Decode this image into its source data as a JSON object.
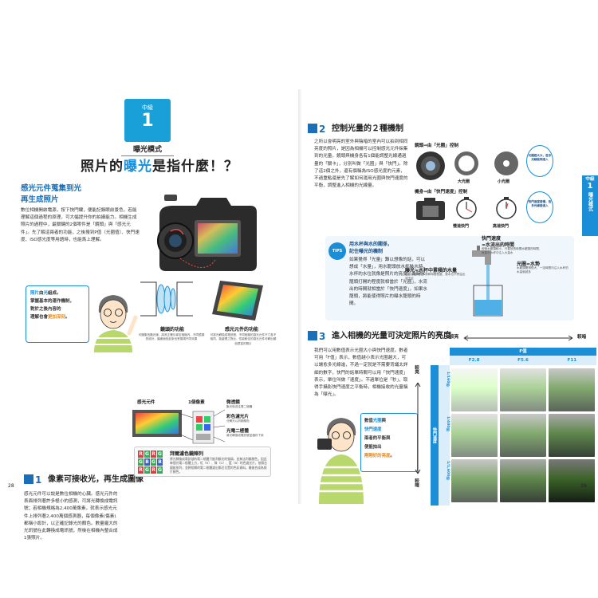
{
  "left_page": {
    "badge": {
      "level": "中級",
      "number": "1",
      "subtitle": "曝光模式"
    },
    "title": {
      "pre": "照片的",
      "highlight": "曝光",
      "post": "是指什麼！？"
    },
    "section_a": {
      "line1": "感光元件蒐集到光",
      "line2": "再生成照片"
    },
    "intro_text": "數位相機開啟電源，按下快門鍵，便能記錄眼前景色，若能理解這個過程的原理，可大幅提升你的拍攝能力。相機生成照片的過程中，最關鍵的2個零件是「鏡頭」與「感光元件」。先了解這兩者的功能，之後搜到P值（光圈值）、快門速度、ISO感光度等用語時，也能馬上理解。",
    "bubble_a": {
      "l1a": "照片",
      "l1b": "由",
      "l1c": "光",
      "l1d": "組成。",
      "l2": "掌握基本的運作機制，",
      "l3": "對於之後內容的",
      "l4a": "理解也會",
      "l4b": "更加深刻",
      "l4c": "。"
    },
    "lens_caption": "鏡頭的功能",
    "lens_desc": "可匯集拍攝光線，將其正確引導至相機內，不同鏡頭的設計，讓畫面拍起來也會展現不同效果",
    "sensor_caption": "感光元件的功能",
    "sensor_desc": "可將光轉換成電訊號，不同相機的感光元件尺寸各不相同，能處理之對比，性能較佳的感光元件可轉出顏色豐富的照片",
    "step1_title": "像素可接收光，再生成圖像",
    "step1_text": "感光元件可以說是數位相機的心臟。感光元件的表面排列著許多極小的感測，可將光轉換成電訊號；若相機規格為2,400萬像素，就表示感光元件上排列著2,400萬個感測器，每個像素(傷素)都稱小設計，以正確記錄光的顏色。數量龐大的光訊號在此轉換成電訊號，然後在相機內整合成1張照片。",
    "pixel_labels": {
      "sensor": "感光元件",
      "one_pixel": "1個像素",
      "microlens": "微透鏡",
      "microlens_d": "聚光後送往電二極體",
      "filter": "彩色濾光片",
      "filter_d": "分解光以判斷顏色",
      "photodiode": "光電二極體",
      "photodiode_d": "將光轉換成電訊號並儲存下來"
    },
    "bayer_title": "拜爾濾色鏡陣列",
    "bayer_desc": "將光轉換成電訊號的電二極體只能判斷光的強弱，並無法判斷顏色，因此每個光電二極體上方，紅（R）、綠（G）、藍（B）的色濾光片，依照右圖般排列，並將相鄰的電二極體濾出鄰近位置的色彩資料，最後合成為照片顏色。",
    "bayer_grid": [
      "R",
      "G",
      "R",
      "G",
      "G",
      "B",
      "G",
      "B",
      "R",
      "G",
      "R",
      "G"
    ],
    "page_number": "28"
  },
  "right_page": {
    "step2_title": "控制光量的２種機制",
    "step2_text": "之所以會明亮的室外與陰暗的室內可以拍到相同亮度的照片，是因為相機可以控制感光元件採集到的光量。鏡頭與機身各有1個能調整光線通過量的「關卡」，分別叫做「光圈」與「快門」。除了這2個之外，還有個稱為ISO感光度的元素，不過重點還是先了解如何運用光圈與快門速度的平衡，調整進入相機的光線量。",
    "mech": {
      "lens_label": "鏡頭⇒由「光圈」控制",
      "body_label": "機身⇒由「快門速度」控制",
      "big_aperture": "大光圈",
      "small_aperture": "小光圈",
      "slow_shutter": "慢速快門",
      "fast_shutter": "高速快門",
      "aperture_note": "光圈若大大，告多光線能夠進入",
      "shutter_note": "快門速度若慢，告多光線能進入"
    },
    "tips": {
      "badge": "TIPS",
      "title1": "用水杯與水的關係，",
      "title2": "記住曝光的機制",
      "text": "如果覺得「光量」難以想像的話，可以想成「水量」，用水龍頭放水杯裝水時，水杯的水位就像是照片的亮度。此時水龍頭打開的程度就相當於「光圈」，水流出的時間就相當於「快門速度」，如果水龍頭，將能使得照片的曝水龍頭的時間。",
      "faucet_label": "快門速度",
      "faucet_label2": "=水流出的時間",
      "faucet_desc": "即使水龍頭較小，只要放長時間水龍頭的時間，就能在水杯中注入大量水",
      "aperture_label": "光圈=水勢",
      "aperture_desc": "水龍頭開得很大，一定時間內注入水杯的水量就越多",
      "water_label": "曝光=水杯中累積的水量",
      "water_desc": "調整水龍頭的水勢和時間長度，使水位不會溢出或不足"
    },
    "side_tab": {
      "level": "中級",
      "num": "1",
      "label": "曝光模式"
    },
    "step3_title": "進入相機的光量可決定照片的亮度",
    "step3_text": "我們可以用數值表示光圈大小與快門速度。數者可用「F值」表示，數值越小表示光圈越大，可以讓愈多光線進，不過一定就是不需要背誦太詳細的數字，快門的話單時間可以用「快門速度」表示，單位叫做「速度」。不過單位是「秒」，取得手攝影快門速度之平衡時，相機接收的光量稱為「曝光」。",
    "bubble_b": {
      "l1a": "數值",
      "l1b": "光圈",
      "l1c": "與",
      "l2": "快門速度",
      "l3": "兩者的平衡與",
      "l4": "便能拍出",
      "l5": "剛剛好的亮度",
      "l5b": "。"
    },
    "matrix": {
      "bright_top": "較亮",
      "dark_top": "較暗",
      "f_label": "F值",
      "f_cols": [
        "F2.8",
        "F5.6",
        "F11"
      ],
      "shutter_label": "快門速度",
      "rows": [
        "1/160秒",
        "1/400秒",
        "1/1,600秒"
      ],
      "bright_side": "較亮",
      "dark_side": "較暗"
    },
    "page_number": "29"
  },
  "colors": {
    "accent": "#1a8fd8",
    "orange": "#e88a1a",
    "tips_bg": "#f0f7fc"
  }
}
